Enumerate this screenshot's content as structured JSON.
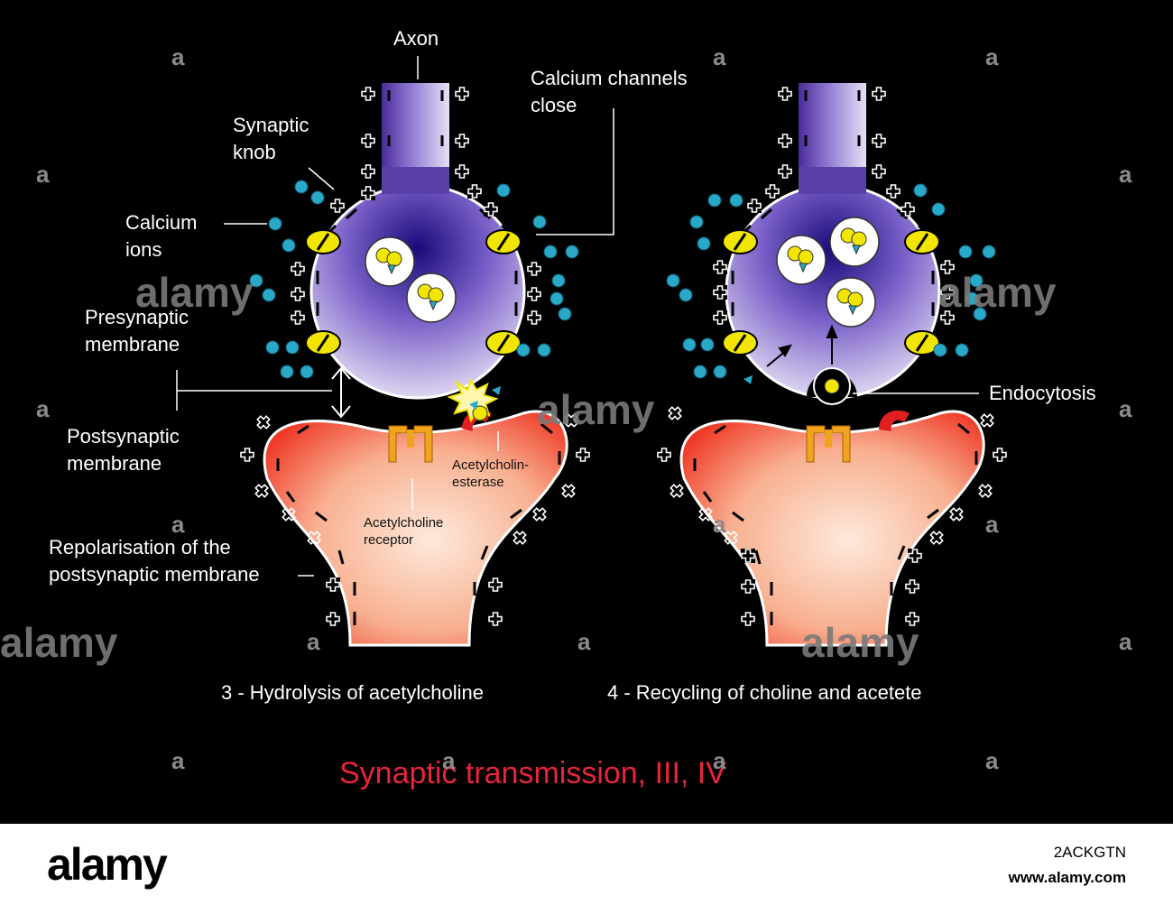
{
  "labels": {
    "axon": "Axon",
    "calcium_channels_l1": "Calcium channels",
    "calcium_channels_l2": "close",
    "synaptic_knob_l1": "Synaptic",
    "synaptic_knob_l2": "knob",
    "calcium_ions_l1": "Calcium",
    "calcium_ions_l2": "ions",
    "presynaptic_l1": "Presynaptic",
    "presynaptic_l2": "membrane",
    "postsynaptic_l1": "Postsynaptic",
    "postsynaptic_l2": "membrane",
    "repolarisation_l1": "Repolarisation of the",
    "repolarisation_l2": "postsynaptic membrane",
    "receptor_l1": "Acetylcholine",
    "receptor_l2": "receptor",
    "esterase_l1": "Acetylcholin-",
    "esterase_l2": "esterase",
    "endocytosis": "Endocytosis"
  },
  "captions": {
    "left": "3 - Hydrolysis of acetylcholine",
    "right": "4 - Recycling of choline and acetete"
  },
  "title": "Synaptic transmission, III, IV",
  "watermark": {
    "word": "alamy",
    "letter": "a",
    "image_id": "2ACKGTN",
    "url": "www.alamy.com"
  },
  "colors": {
    "background": "#000000",
    "title": "#e8233a",
    "axon_purple": "#3a1a8a",
    "postsynaptic_red": "#ee2d1c",
    "calcium_ion": "#2aa8c8",
    "channel_yellow": "#f2e600",
    "receptor_orange": "#f0a31c",
    "esterase_red": "#e02020"
  }
}
